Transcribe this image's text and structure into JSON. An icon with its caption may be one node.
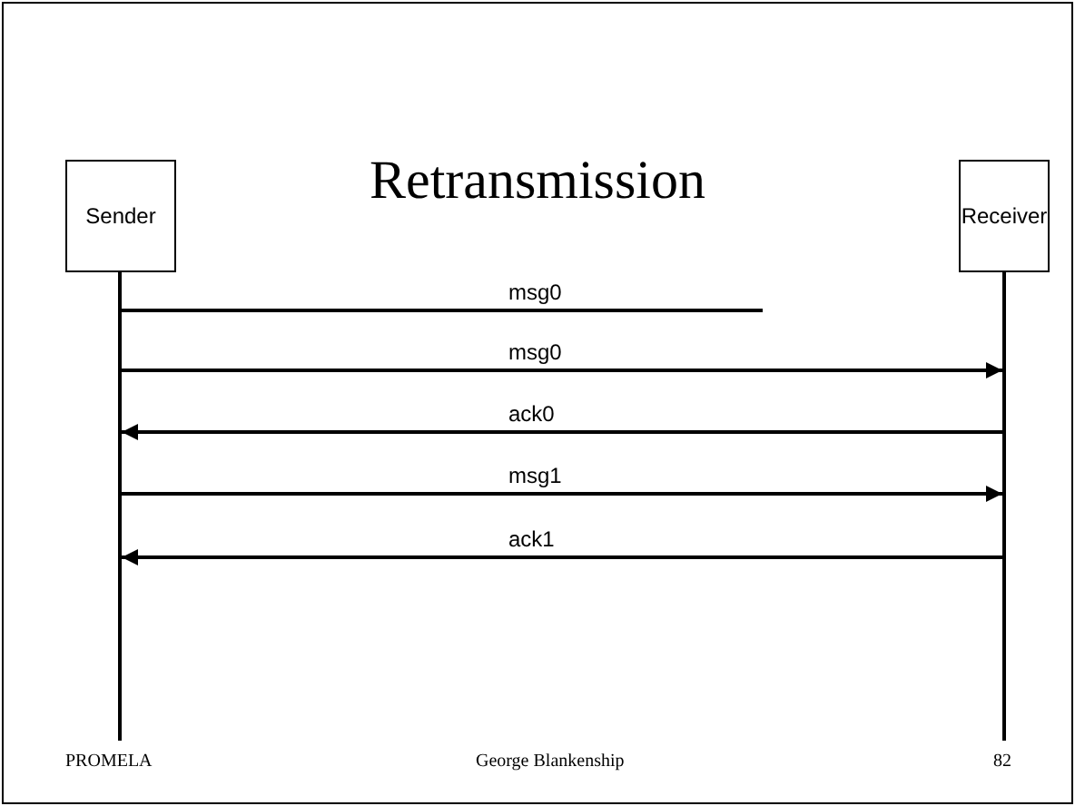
{
  "diagram": {
    "title": "Retransmission",
    "nodes": [
      {
        "text": [
          "Sender"
        ]
      },
      {
        "text": [
          "Receiver"
        ]
      },
      {
        "text": [],
        "shape": "bar"
      },
      {
        "text": [],
        "shape": "bar"
      }
    ],
    "edges": [
      {
        "from": 2,
        "to": null,
        "arrow": "none",
        "label": "msg0"
      },
      {
        "from": 2,
        "to": 3,
        "arrow": "to",
        "label": "msg0"
      },
      {
        "from": 3,
        "to": 2,
        "arrow": "to",
        "label": "ack0"
      },
      {
        "from": 2,
        "to": 3,
        "arrow": "to",
        "label": "msg1"
      },
      {
        "from": 3,
        "to": 2,
        "arrow": "to",
        "label": "ack1"
      }
    ],
    "labels": [
      "PROMELA",
      "George Blankenship",
      "82"
    ]
  }
}
